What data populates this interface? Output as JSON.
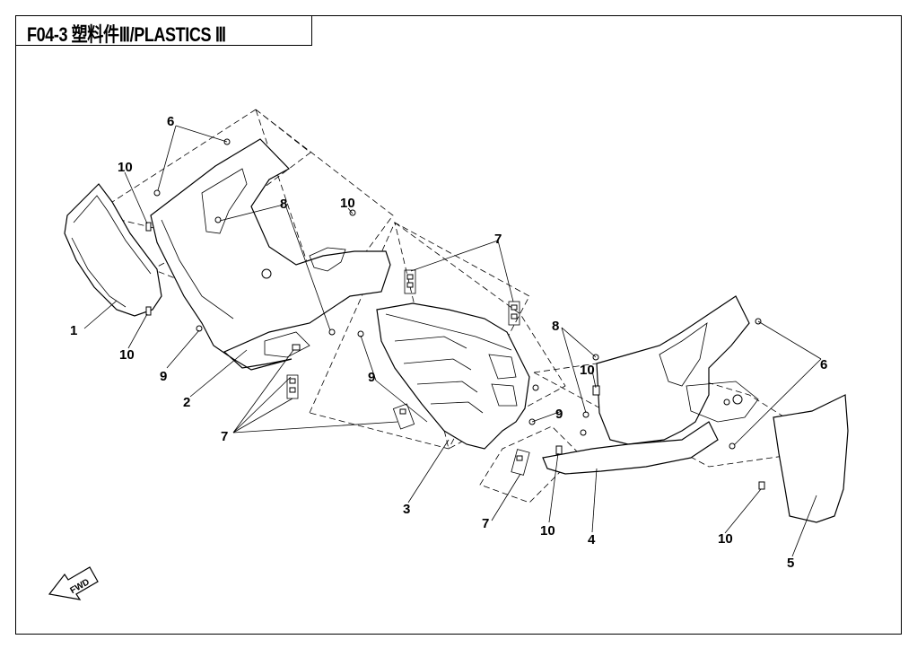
{
  "title": "F04-3  塑料件Ⅲ/PLASTICS Ⅲ",
  "fwd_label": "FWD",
  "callouts": {
    "c1": "1",
    "c2": "2",
    "c3": "3",
    "c4": "4",
    "c5": "5",
    "c6a": "6",
    "c6b": "6",
    "c7a": "7",
    "c7b": "7",
    "c7c": "7",
    "c8a": "8",
    "c8b": "8",
    "c9a": "9",
    "c9b": "9",
    "c9c": "9",
    "c10a": "10",
    "c10b": "10",
    "c10c": "10",
    "c10d": "10",
    "c10e": "10",
    "c10f": "10"
  }
}
